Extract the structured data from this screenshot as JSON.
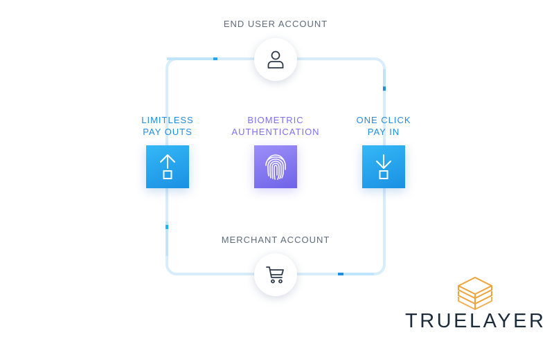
{
  "nodes": {
    "end_user": {
      "label": "END USER ACCOUNT",
      "icon": "user-icon"
    },
    "merchant": {
      "label": "MERCHANT ACCOUNT",
      "icon": "cart-icon"
    },
    "payouts": {
      "line1": "LIMITLESS",
      "line2": "PAY OUTS",
      "icon": "upload-arrow-icon"
    },
    "biometric": {
      "line1": "BIOMETRIC",
      "line2": "AUTHENTICATION",
      "icon": "fingerprint-icon"
    },
    "payin": {
      "line1": "ONE CLICK",
      "line2": "PAY IN",
      "icon": "download-arrow-icon"
    }
  },
  "brand": {
    "name": "TRUELAYER",
    "logo_icon": "truelayer-logo-icon",
    "logo_color": "#f0a236"
  },
  "colors": {
    "blue_tile": "#1e95e6",
    "purple_tile": "#7b6ff0",
    "label_gray": "#5d6b7e",
    "label_blue": "#1e8be6",
    "label_purple": "#7b6ff0",
    "connector": "#d6ecfb",
    "connector_accent": "#1f93e5"
  }
}
